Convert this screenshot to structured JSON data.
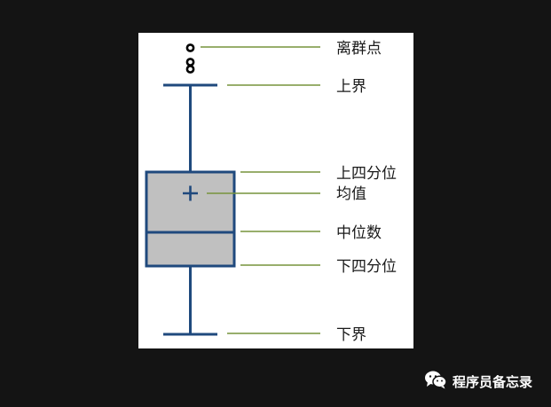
{
  "diagram": {
    "labels": {
      "outliers": "离群点",
      "upper_whisker": "上界",
      "q3": "上四分位",
      "mean": "均值",
      "median": "中位数",
      "q1": "下四分位",
      "lower_whisker": "下界"
    }
  },
  "watermark": {
    "text": "程序员备忘录",
    "icon": "wechat-icon"
  },
  "colors": {
    "background": "#141414",
    "panel": "#ffffff",
    "box_fill": "#c0c0c0",
    "box_stroke": "#1f497d",
    "leader_line": "#77933c",
    "label_text": "#1a1a1a",
    "watermark_text": "#ffffff"
  }
}
